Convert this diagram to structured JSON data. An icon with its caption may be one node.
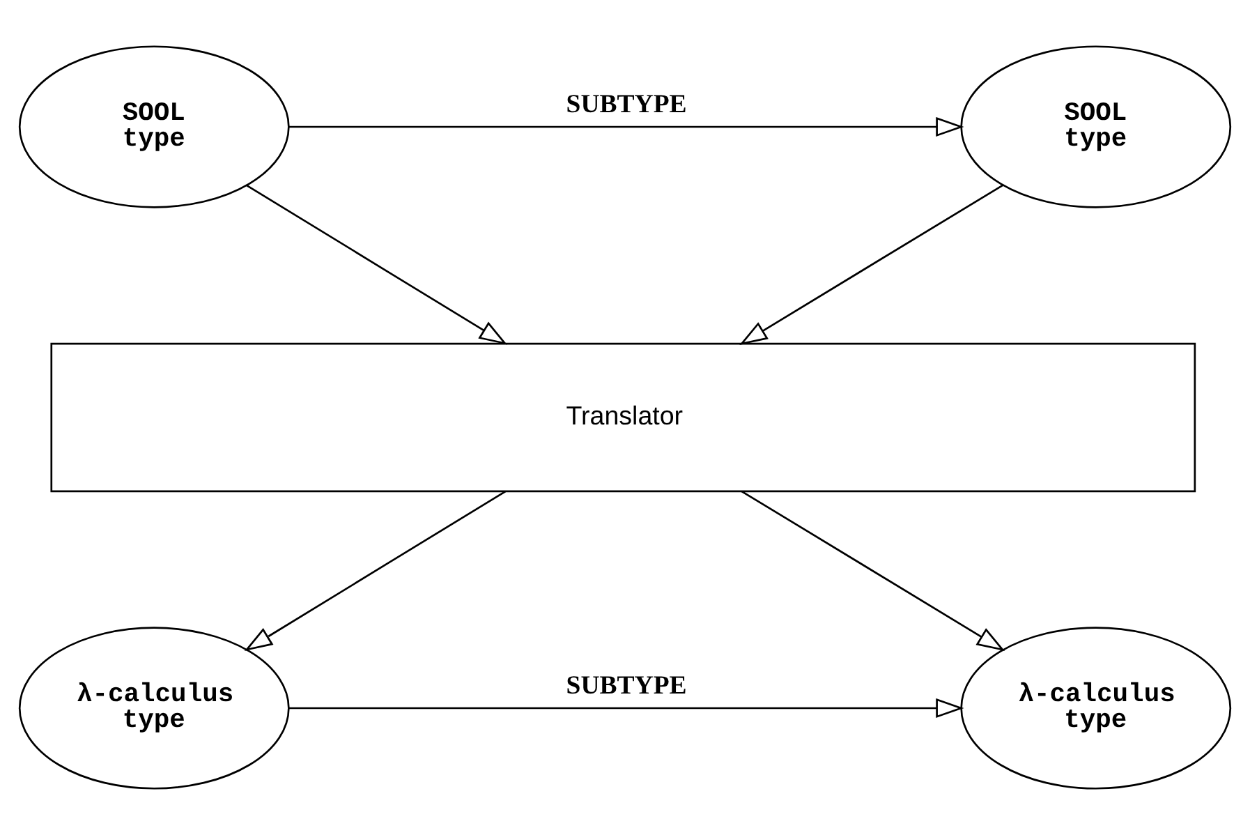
{
  "diagram": {
    "nodes": [
      {
        "text": [
          "SOOL type"
        ]
      },
      {
        "text": [
          "SOOL type"
        ]
      },
      {
        "text": [
          "Translator"
        ]
      },
      {
        "text": [
          "λ-calculus type"
        ]
      },
      {
        "text": [
          "λ-calculus type"
        ]
      }
    ],
    "edges": [
      {
        "from": 0,
        "to": 1,
        "arrow": "to",
        "label": "SUBTYPE"
      },
      {
        "from": 0,
        "to": 2,
        "arrow": "to"
      },
      {
        "from": 1,
        "to": 2,
        "arrow": "to"
      },
      {
        "from": 2,
        "to": 3,
        "arrow": "to"
      },
      {
        "from": 2,
        "to": 4,
        "arrow": "to"
      },
      {
        "from": 3,
        "to": 4,
        "arrow": "to",
        "label": "SUBTYPE"
      }
    ]
  }
}
